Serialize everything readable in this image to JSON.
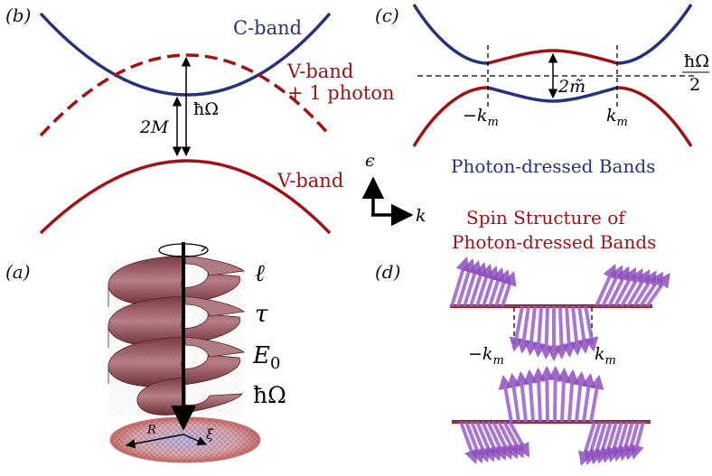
{
  "panels": {
    "b": {
      "tag": "(b)",
      "c_band": "C-band",
      "v_band_photon_line1": "V-band",
      "v_band_photon_line2": "+ 1 photon",
      "v_band": "V-band",
      "gap_2M": "2M",
      "hbar_omega": "ħΩ"
    },
    "c": {
      "tag": "(c)",
      "half_omega_num": "ħΩ",
      "half_omega_den": "2",
      "gap_2m": "2m̃",
      "neg_km": "−k",
      "pos_km": "k",
      "km_sub": "m",
      "caption": "Photon-dressed Bands"
    },
    "axes": {
      "energy": "ϵ",
      "momentum": "k"
    },
    "a": {
      "tag": "(a)",
      "ell": "ℓ",
      "tau": "τ",
      "e0": "E",
      "e0_sub": "0",
      "hbar_omega": "ħΩ",
      "R": "R",
      "xi": "ξ"
    },
    "d": {
      "tag": "(d)",
      "title_line1": "Spin Structure of",
      "title_line2": "Photon-dressed Bands",
      "neg_km": "−k",
      "pos_km": "k",
      "km_sub": "m"
    }
  },
  "colors": {
    "navy": "#27327a",
    "red": "#a11216",
    "purple": "#9b5fc8",
    "surface": "#8a4048"
  }
}
